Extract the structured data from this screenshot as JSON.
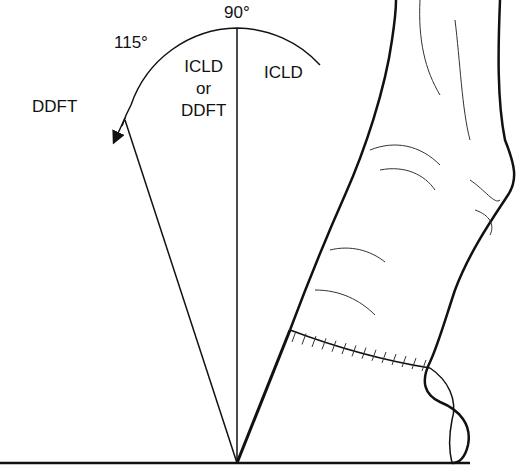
{
  "diagram": {
    "labels": [
      "90°",
      "115°",
      "ICLD or DDFT",
      "ICLD",
      "DDFT"
    ]
  }
}
